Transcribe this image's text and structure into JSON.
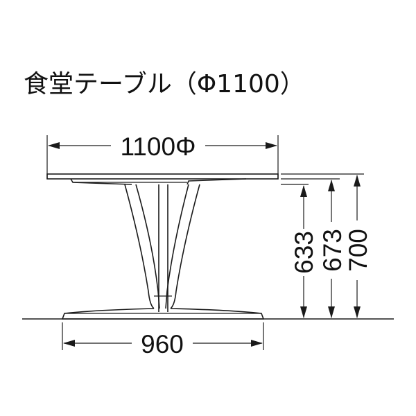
{
  "title": "食堂テーブル（Φ1100）",
  "dimensions": {
    "top_width": "1100Φ",
    "base_width": "960",
    "height_633": "633",
    "height_673": "673",
    "height_700": "700"
  },
  "colors": {
    "line": "#1a1a1a",
    "text": "#111111",
    "background": "#ffffff"
  }
}
